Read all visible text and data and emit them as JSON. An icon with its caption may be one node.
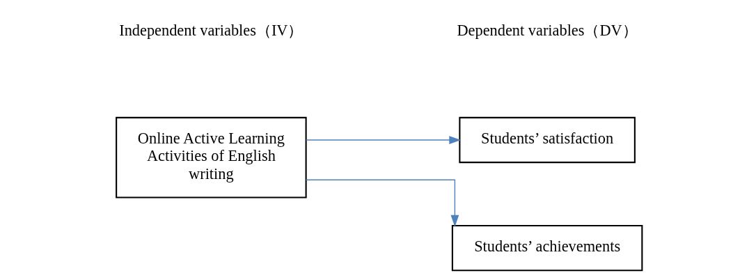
{
  "diagram": {
    "nodes": [
      {
        "text": [
          "Online Active Learning Activities of English writing"
        ]
      },
      {
        "text": [
          "Students’ achievements"
        ]
      },
      {
        "text": [
          "Students’ satisfaction"
        ]
      }
    ],
    "edges": [
      {
        "from": 0,
        "to": 1,
        "arrow": "to",
        "color": "#4f81bd"
      },
      {
        "from": 0,
        "to": 2,
        "arrow": "to",
        "color": "#4f81bd"
      }
    ],
    "labels": [
      "Independent variables（IV）",
      "Dependent variables（DV）"
    ]
  }
}
